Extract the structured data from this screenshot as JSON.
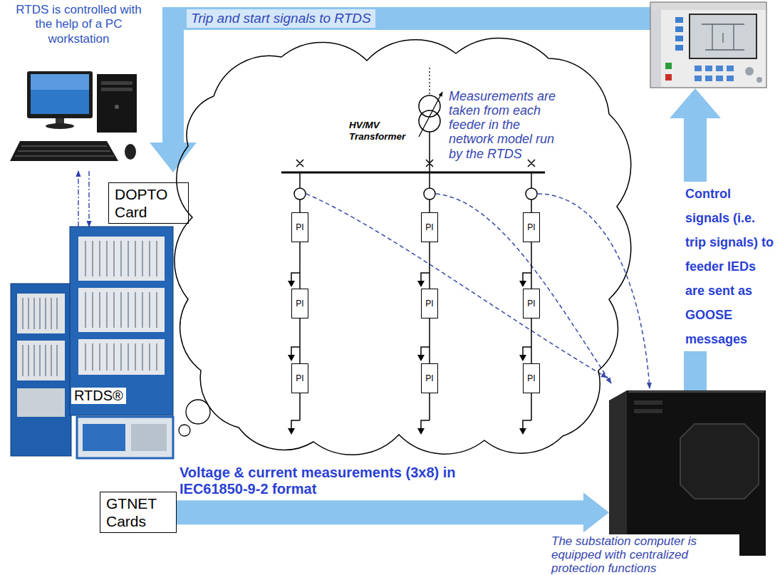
{
  "diagram": {
    "nodes": [
      {
        "text": [
          "RTDS is controlled with the help of a PC workstation"
        ]
      },
      {
        "text": [
          "DOPTO Card"
        ]
      },
      {
        "text": [
          "RTDS®"
        ]
      },
      {
        "text": [
          "GTNET Cards"
        ]
      },
      {
        "text": [
          "Measurements are taken from each feeder in the network model run by the RTDS"
        ]
      },
      {
        "text": [
          "PI"
        ],
        "in": 4
      },
      {
        "text": [
          "PI"
        ],
        "in": 4
      },
      {
        "text": [
          "PI"
        ],
        "in": 4
      },
      {
        "text": [
          "PI"
        ],
        "in": 4
      },
      {
        "text": [
          "PI"
        ],
        "in": 4
      },
      {
        "text": [
          "PI"
        ],
        "in": 4
      },
      {
        "text": [
          "PI"
        ],
        "in": 4
      },
      {
        "text": [
          "PI"
        ],
        "in": 4
      },
      {
        "text": [
          "PI"
        ],
        "in": 4
      },
      {
        "text": [
          "The substation computer is equipped with centralized protection functions"
        ]
      }
    ],
    "edges": [
      {
        "from": 0,
        "to": 2,
        "arrow": "to"
      },
      {
        "from": 2,
        "to": 0,
        "arrow": "to"
      },
      {
        "from": 3,
        "to": 14,
        "arrow": "to",
        "label": "Voltage & current measurements (3x8) in IEC61850-9-2 format"
      },
      {
        "from": 5,
        "to": 8,
        "arrow": "none"
      },
      {
        "from": 6,
        "to": 9,
        "arrow": "none"
      },
      {
        "from": 7,
        "to": 10,
        "arrow": "none"
      },
      {
        "from": 8,
        "to": 11,
        "arrow": "none"
      },
      {
        "from": 9,
        "to": 12,
        "arrow": "none"
      },
      {
        "from": 10,
        "to": 13,
        "arrow": "none"
      }
    ],
    "labels": [
      "Trip and start signals to RTDS",
      "Control signals (i.e. trip signals) to feeder IEDs are sent as GOOSE messages",
      "HV/MV Transformer"
    ]
  }
}
